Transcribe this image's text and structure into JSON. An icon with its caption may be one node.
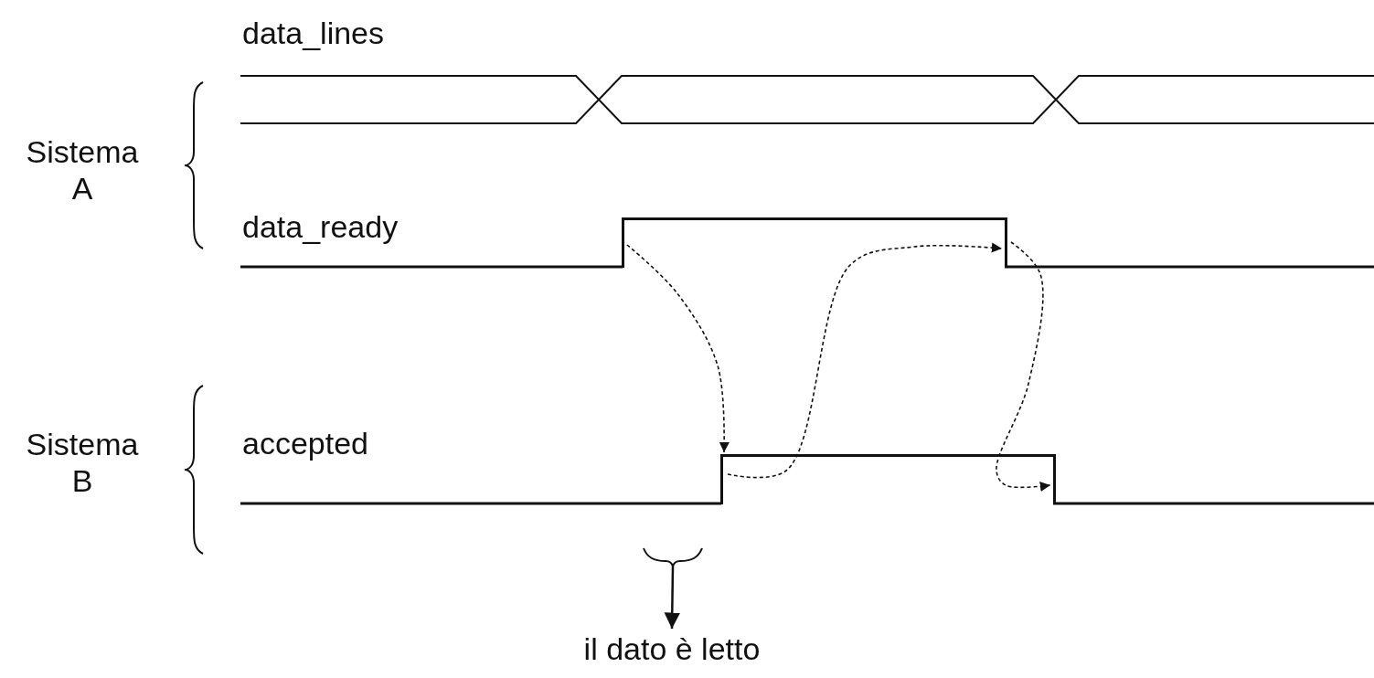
{
  "diagram": {
    "nodes": [
      {
        "text": [],
        "shape": "box"
      },
      {
        "text": [],
        "shape": "box"
      },
      {
        "text": [],
        "shape": "brace"
      },
      {
        "text": [
          "il dato è letto"
        ]
      }
    ],
    "edges": [
      {
        "from": 0,
        "to": 1,
        "arrow": "to",
        "style": "dashed"
      },
      {
        "from": 1,
        "to": 0,
        "arrow": "to",
        "style": "dashed"
      },
      {
        "from": 0,
        "to": 1,
        "arrow": "to",
        "style": "dashed"
      },
      {
        "from": 2,
        "to": 3,
        "arrow": "to"
      }
    ],
    "labels": [
      "data_lines",
      "Sistema A",
      "data_ready",
      "Sistema B",
      "accepted"
    ]
  }
}
